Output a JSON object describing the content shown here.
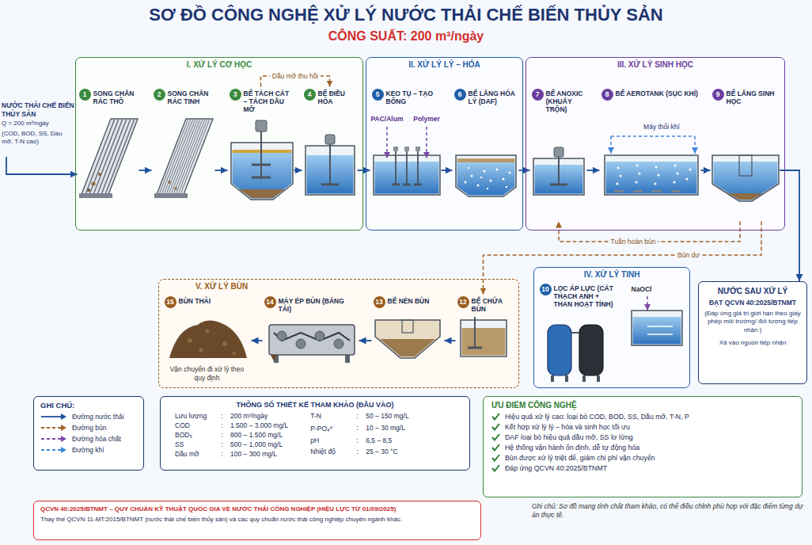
{
  "diagram": {
    "title": "SƠ ĐỒ CÔNG NGHỆ XỬ LÝ NƯỚC THẢI CHẾ BIẾN THỦY SẢN",
    "nodes": [
      {
        "text": [
          "NƯỚC THẢI CHẾ BIẾN THỦY SẢN",
          "Q = 200 m³/ngày",
          "(COD, BOD, SS, Dầu mỡ, T-N cao)"
        ]
      },
      {
        "text": [
          "I. XỬ LÝ CƠ HỌC"
        ]
      },
      {
        "text": [
          "1",
          "SONG CHẮN RÁC THÔ"
        ],
        "in": 1
      },
      {
        "text": [
          "2",
          "SONG CHẮN RÁC TINH"
        ],
        "in": 1
      },
      {
        "text": [
          "3",
          "BỂ TÁCH CÁT – TÁCH DẦU MỠ"
        ],
        "in": 1
      },
      {
        "text": [
          "4",
          "BỂ ĐIỀU HÒA"
        ],
        "in": 1
      },
      {
        "text": [
          "II. XỬ LÝ LÝ – HÓA"
        ]
      },
      {
        "text": [
          "5",
          "KEO TỤ – TẠO BÔNG"
        ],
        "in": 6
      },
      {
        "text": [
          "6",
          "BỂ LẮNG HÓA LÝ (DAF)"
        ],
        "in": 6
      },
      {
        "text": [
          "III. XỬ LÝ SINH HỌC"
        ]
      },
      {
        "text": [
          "7",
          "BỂ ANOXIC (KHUẤY TRỘN)"
        ],
        "in": 9
      },
      {
        "text": [
          "8",
          "BỂ AEROTANK (SỤC KHÍ)"
        ],
        "in": 9
      },
      {
        "text": [
          "9",
          "BỂ LẮNG SINH HỌC"
        ],
        "in": 9
      },
      {
        "text": [
          "V. XỬ LÝ BÙN"
        ]
      },
      {
        "text": [
          "15",
          "BÙN THẢI",
          "Vận chuyển đi xử lý theo quy định"
        ],
        "in": 13
      },
      {
        "text": [
          "14",
          "MÁY ÉP BÙN (BĂNG TẢI)"
        ],
        "in": 13
      },
      {
        "text": [
          "13",
          "BỂ NÉN BÙN"
        ],
        "in": 13
      },
      {
        "text": [
          "12",
          "BỂ CHỨA BÙN"
        ],
        "in": 13
      },
      {
        "text": [
          "IV. XỬ LÝ TINH"
        ]
      },
      {
        "text": [
          "10",
          "LỌC ÁP LỰC (CÁT THẠCH ANH + THAN HOẠT TÍNH)"
        ],
        "in": 18
      },
      {
        "text": [
          "NaOCl"
        ],
        "in": 18
      },
      {
        "text": [
          "NƯỚC SAU XỬ LÝ",
          "ĐẠT QCVN 40:2025/BTNMT",
          "(Đáp ứng giá trị giới hạn theo giấy phép môi trường/ đối tượng tiếp nhận )",
          "Xả vào nguồn tiếp nhận"
        ]
      },
      {
        "text": [
          "GHI CHÚ:"
        ]
      },
      {
        "text": [
          "THÔNG SỐ THIẾT KẾ THAM KHẢO (ĐẦU VÀO)",
          "Lưu lượng",
          ":",
          "200 m³/ngày",
          "COD",
          ":",
          "1.500 – 3.000 mg/L",
          "BOD₅",
          ":",
          "800 – 1.500 mg/L",
          "SS",
          ":",
          "500 – 1.000 mg/L",
          "Dầu mỡ",
          ":",
          "100 – 300 mg/L",
          "T-N",
          ":",
          "50 – 150 mg/L",
          "P-PO₄³⁻",
          ":",
          "10 – 30 mg/L",
          "pH",
          ":",
          "6,5 – 8,5",
          "Nhiệt độ",
          ":",
          "25 – 30 °C"
        ]
      },
      {
        "text": [
          "ƯU ĐIỂM CÔNG NGHỆ",
          "Hiệu quả xử lý cao: loại bỏ COD, BOD, SS, Dầu mỡ, T-N, P",
          "Kết hợp xử lý lý – hóa và sinh học tối ưu",
          "DAF loại bỏ hiệu quả dầu mỡ, SS lơ lửng",
          "Hệ thống vận hành ổn định, dễ tự động hóa",
          "Bùn được xử lý triệt để, giảm chi phí vận chuyển",
          "Đáp ứng QCVN 40:2025/BTNMT"
        ]
      },
      {
        "text": [
          "QCVN 40:2025/BTNMT – QUY CHUẨN KỸ THUẬT QUỐC GIA VỀ NƯỚC THẢI CÔNG NGHIỆP (HIỆU LỰC TỪ 01/09/2025)",
          "Thay thế QCVN 11-MT:2015/BTNMT (nước thải chế biến thủy sản) và các quy chuẩn nước thải công nghiệp chuyên ngành khác."
        ]
      }
    ],
    "edges": [
      {
        "from": 0,
        "to": 2,
        "arrow": "to"
      },
      {
        "from": 2,
        "to": 3,
        "arrow": "to"
      },
      {
        "from": 3,
        "to": 4,
        "arrow": "to"
      },
      {
        "from": 4,
        "to": 5,
        "arrow": "to"
      },
      {
        "from": 4,
        "to": 5,
        "label": "Dầu mỡ thu hồi",
        "arrow": "to"
      },
      {
        "from": 5,
        "to": 7,
        "arrow": "to"
      },
      {
        "from": 7,
        "to": 8,
        "arrow": "to"
      },
      {
        "from": 8,
        "to": 10,
        "arrow": "to"
      },
      {
        "from": 10,
        "to": 11,
        "arrow": "to"
      },
      {
        "from": 11,
        "to": 12,
        "arrow": "to"
      },
      {
        "from": 12,
        "to": 21,
        "arrow": "to"
      },
      {
        "from": 12,
        "to": 10,
        "label": "Tuần hoàn bùn",
        "arrow": "to"
      },
      {
        "from": 12,
        "to": 17,
        "label": "Bùn dư",
        "arrow": "to"
      },
      {
        "from": 17,
        "to": 16,
        "arrow": "to"
      },
      {
        "from": 16,
        "to": 15,
        "arrow": "to"
      },
      {
        "from": 15,
        "to": 14,
        "arrow": "to"
      }
    ],
    "labels": [
      "CÔNG SUẤT: 200 m³/ngày",
      "PAC/Alum",
      "Polymer",
      "Máy thổi khí",
      "Ghi chú: Sơ đồ mang tính chất tham khảo, có thể điều chỉnh phù hợp với đặc điểm từng dự án thực tế."
    ],
    "legend": [
      {
        "text": "Đường nước thải"
      },
      {
        "text": "Đường bùn"
      },
      {
        "text": "Đường hóa chất"
      },
      {
        "text": "Đường khí"
      }
    ]
  }
}
